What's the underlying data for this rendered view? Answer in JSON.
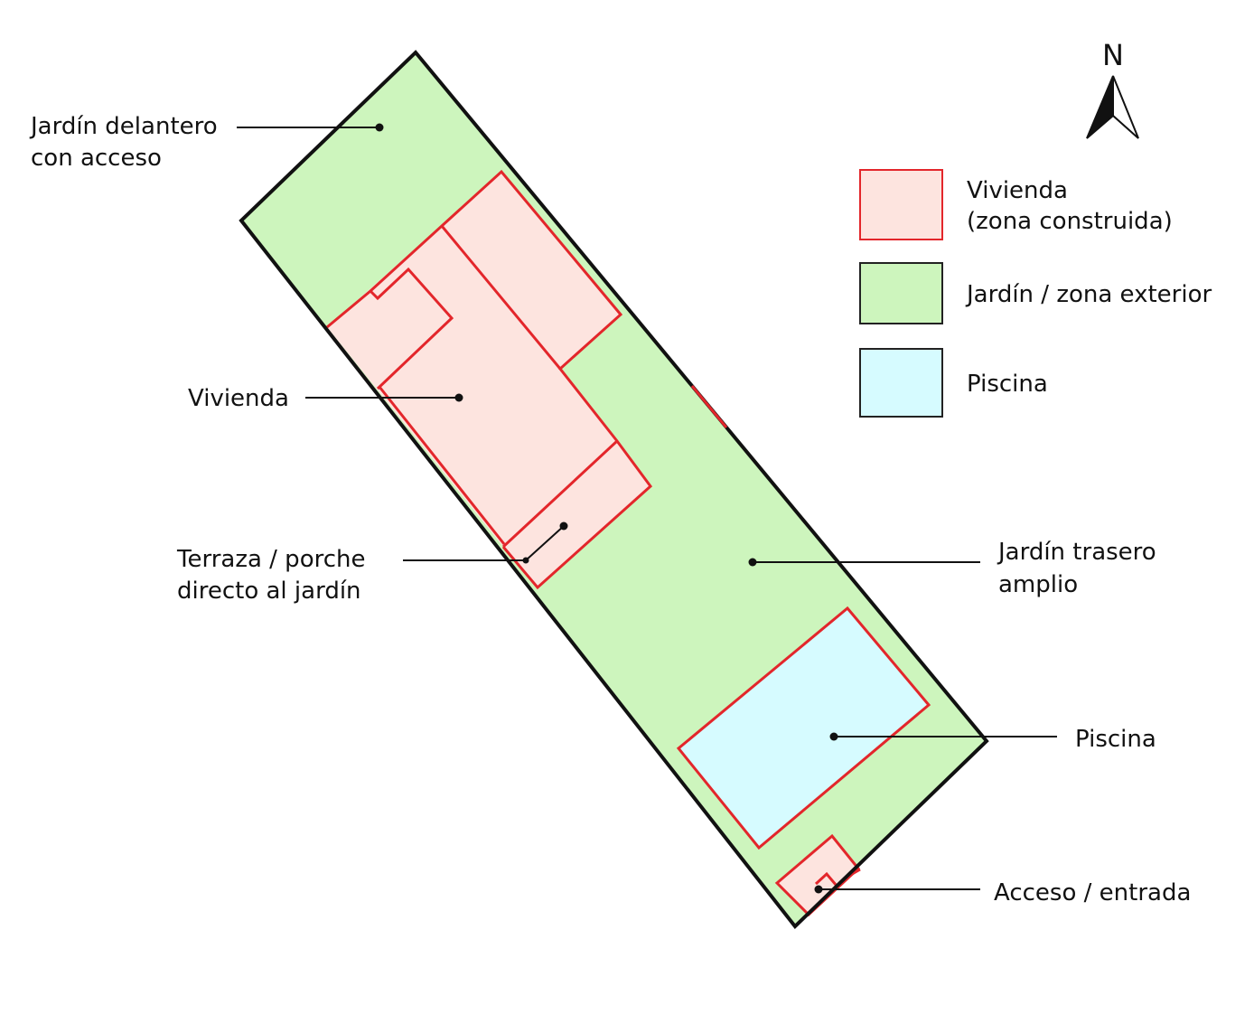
{
  "compass": {
    "icon": "north-arrow-icon",
    "label": "N"
  },
  "legend": {
    "items": [
      {
        "lines": [
          "Vivienda",
          "(zona construida)"
        ],
        "fill": "#fde4df",
        "stroke": "#e3262b"
      },
      {
        "lines": [
          "Jardín / zona exterior"
        ],
        "fill": "#cdf5bd",
        "stroke": "#222222"
      },
      {
        "lines": [
          "Piscina"
        ],
        "fill": "#d6fbff",
        "stroke": "#222222"
      }
    ]
  },
  "callouts": {
    "front_garden": {
      "lines": [
        "Jardín delantero",
        "con acceso"
      ]
    },
    "house": {
      "lines": [
        "Vivienda"
      ]
    },
    "terrace": {
      "lines": [
        "Terraza / porche",
        "directo al jardín"
      ]
    },
    "back_garden": {
      "lines": [
        "Jardín trasero",
        "amplio"
      ]
    },
    "pool": {
      "lines": [
        "Piscina"
      ]
    },
    "entrance": {
      "lines": [
        "Acceso / entrada"
      ]
    }
  },
  "colors": {
    "garden": "#cdf5bd",
    "house_fill": "#fde4df",
    "house_stroke": "#e3262b",
    "pool": "#d6fbff",
    "outline": "#111111"
  }
}
